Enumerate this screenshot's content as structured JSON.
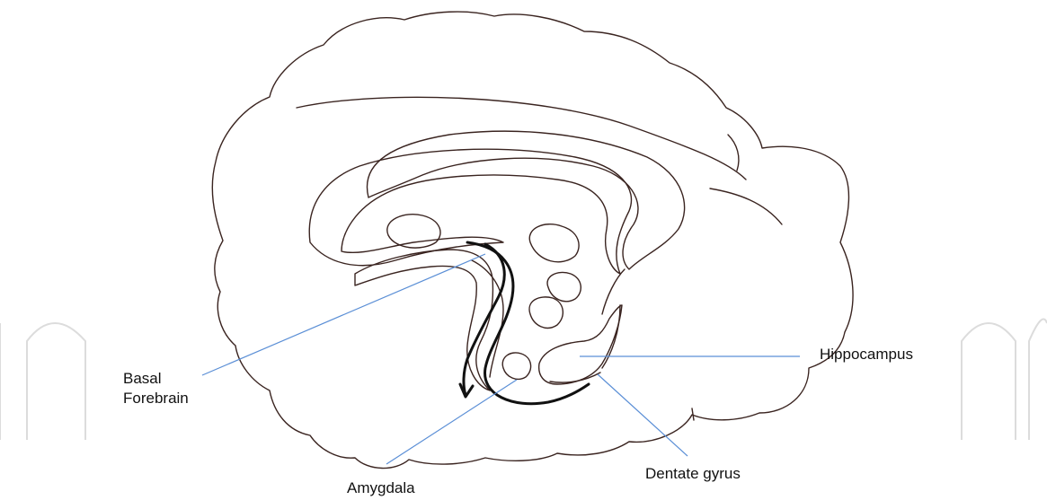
{
  "labels": {
    "basal_forebrain": "Basal Forebrain",
    "hippocampus": "Hippocampus",
    "dentate_gyrus": "Dentate gyrus",
    "amygdala": "Amygdala"
  },
  "colors": {
    "outline": "#3a2420",
    "leader_line": "#5b8fd6",
    "pathway_arrow": "#111111",
    "watermark": "#dcdcdc"
  }
}
